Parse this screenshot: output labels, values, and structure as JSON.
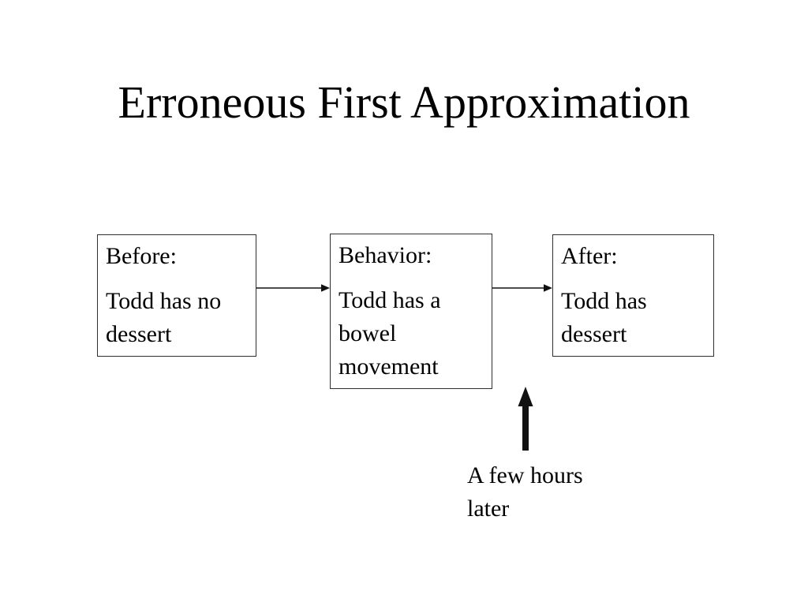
{
  "slide": {
    "title": "Erroneous First Approximation",
    "boxes": [
      {
        "heading": "Before:",
        "body": "Todd has no\ndessert"
      },
      {
        "heading": "Behavior:",
        "body": "Todd has a\nbowel\nmovement"
      },
      {
        "heading": "After:",
        "body": "Todd has\ndessert"
      }
    ],
    "connectors": [
      {
        "name": "before-to-behavior",
        "direction": "right"
      },
      {
        "name": "behavior-to-after",
        "direction": "right"
      },
      {
        "name": "hours-later",
        "direction": "up"
      }
    ],
    "annotation": "A few hours\nlater",
    "colors": {
      "background": "#ffffff",
      "text": "#000000",
      "box_border": "#2f2f2f",
      "arrow": "#111111"
    }
  }
}
